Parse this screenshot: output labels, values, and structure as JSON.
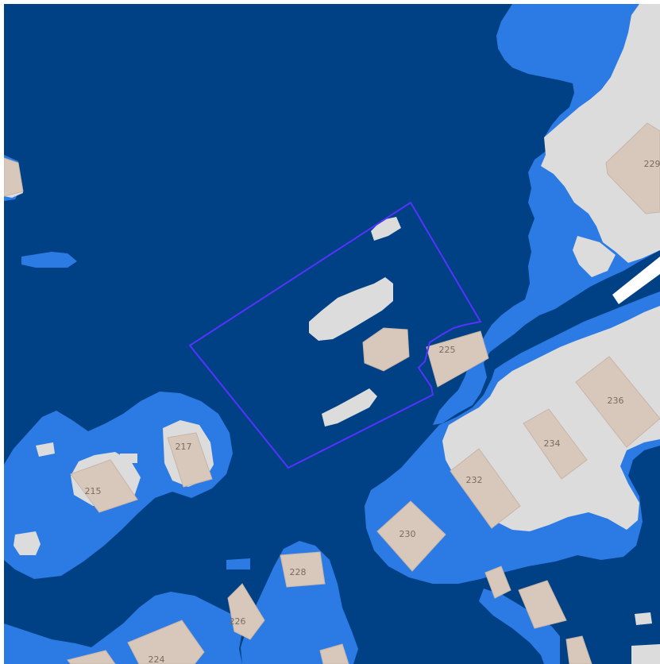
{
  "map": {
    "colors": {
      "deep_water": "#004185",
      "shallow_water": "#2c7be5",
      "land": "#dcdcdc",
      "building_fill": "#d8c8bb",
      "building_stroke": "#c7b5a7",
      "parcel_outline": "#5533ff",
      "road": "#ffffff"
    },
    "buildings": [
      {
        "id": "217",
        "label": "217"
      },
      {
        "id": "215",
        "label": "215"
      },
      {
        "id": "225",
        "label": "225"
      },
      {
        "id": "229",
        "label": "229"
      },
      {
        "id": "236",
        "label": "236"
      },
      {
        "id": "234",
        "label": "234"
      },
      {
        "id": "232",
        "label": "232"
      },
      {
        "id": "230",
        "label": "230"
      },
      {
        "id": "228",
        "label": "228"
      },
      {
        "id": "226",
        "label": "226"
      },
      {
        "id": "224",
        "label": "224"
      }
    ]
  }
}
